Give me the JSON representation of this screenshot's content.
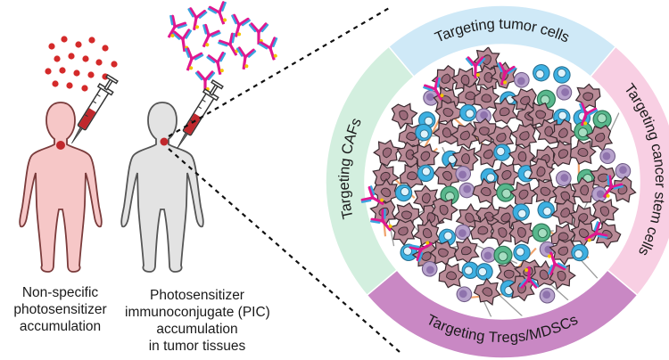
{
  "figure": {
    "captions": {
      "nonspecific": [
        "Non-specific",
        "photosensitizer",
        "accumulation"
      ],
      "pic": [
        "Photosensitizer",
        "immunoconjugate (PIC)",
        "accumulation",
        "in tumor tissues"
      ]
    },
    "ring_segments": [
      {
        "label": "Targeting tumor cells",
        "color": "#cfe9f7"
      },
      {
        "label": "Targeting cancer stem cells",
        "color": "#f8cfe3"
      },
      {
        "label": "Targeting Tregs/MDSCs",
        "color": "#c988c4"
      },
      {
        "label": "Targeting CAFs",
        "color": "#d3efdf"
      }
    ],
    "colors": {
      "left_body": "#f6c7c7",
      "left_body_stroke": "#7a3b3b",
      "right_body": "#e3e3e3",
      "right_body_stroke": "#555555",
      "red_dots": "#d42a2a",
      "antibody_magenta": "#e0178f",
      "antibody_blue": "#3aa3e0",
      "antibody_yellow": "#f4c400",
      "tumor_cell": "#b98b97",
      "stem_cell": "#3cb0e2",
      "treg_cell": "#b7a2cc",
      "caf_cell": "#58b78c"
    },
    "icons": [
      "syringe-icon",
      "antibody-icon",
      "tumor-cell-icon",
      "human-silhouette-icon"
    ]
  }
}
